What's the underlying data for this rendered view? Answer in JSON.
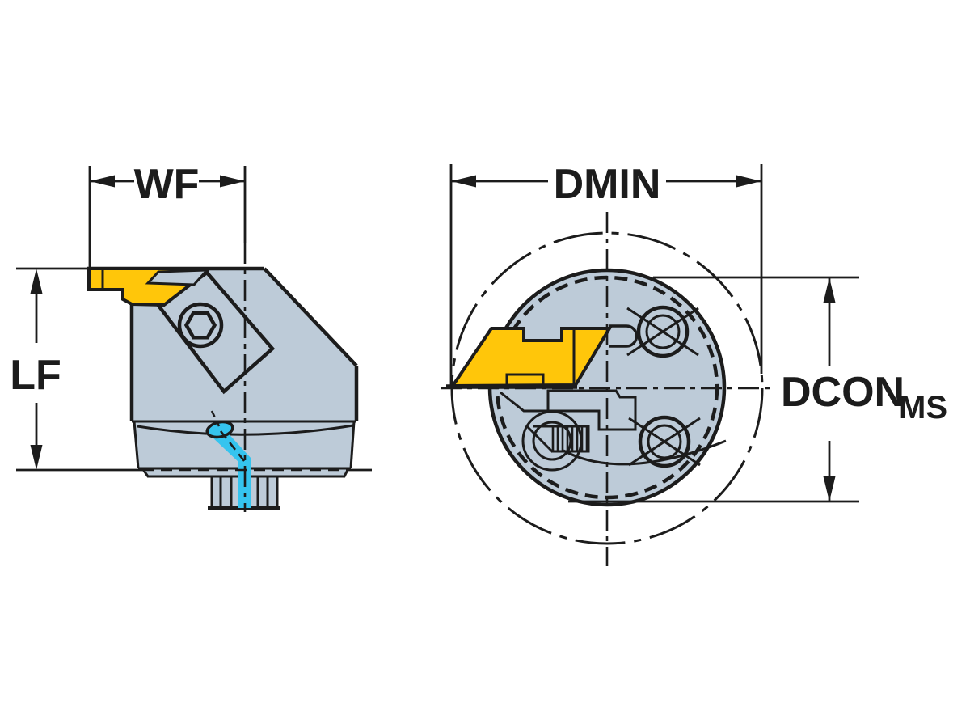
{
  "drawing": {
    "labels": {
      "wf": "WF",
      "lf": "LF",
      "dmin": "DMIN",
      "dcon": "DCON",
      "dcon_sub": "MS"
    },
    "colors": {
      "insert_yellow": "#FFC60A",
      "body_gray": "#BDCBD8",
      "coolant_blue": "#35C4EF",
      "line_black": "#1c1c1c",
      "background": "#FFFFFF"
    }
  }
}
